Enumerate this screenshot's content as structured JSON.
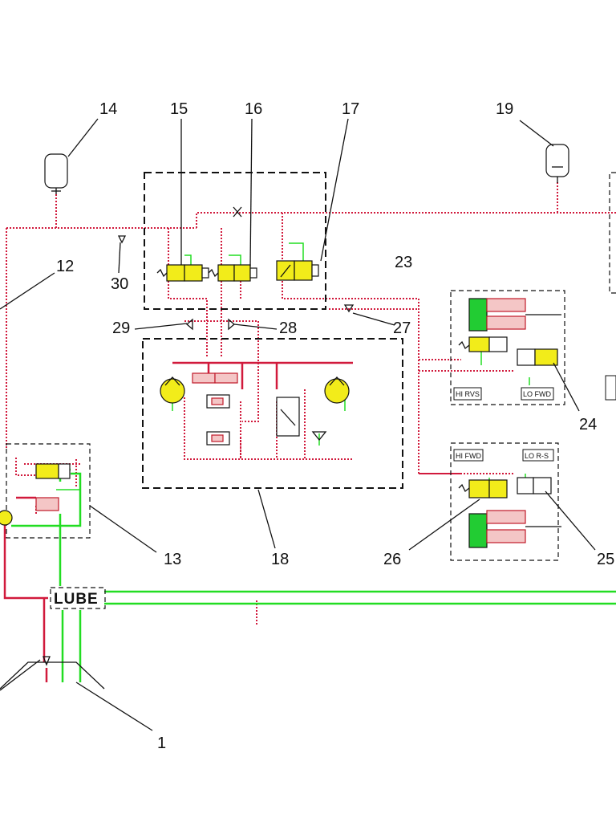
{
  "callouts": [
    {
      "id": "c1",
      "text": "1"
    },
    {
      "id": "c12",
      "text": "12"
    },
    {
      "id": "c13",
      "text": "13"
    },
    {
      "id": "c14",
      "text": "14"
    },
    {
      "id": "c15",
      "text": "15"
    },
    {
      "id": "c16",
      "text": "16"
    },
    {
      "id": "c17",
      "text": "17"
    },
    {
      "id": "c18",
      "text": "18"
    },
    {
      "id": "c19",
      "text": "19"
    },
    {
      "id": "c23",
      "text": "23"
    },
    {
      "id": "c24",
      "text": "24"
    },
    {
      "id": "c25",
      "text": "25"
    },
    {
      "id": "c26",
      "text": "26"
    },
    {
      "id": "c27",
      "text": "27"
    },
    {
      "id": "c28",
      "text": "28"
    },
    {
      "id": "c29",
      "text": "29"
    },
    {
      "id": "c30",
      "text": "30"
    }
  ],
  "tags": {
    "hi_rvs": "HI RVS",
    "lo_fwd": "LO FWD",
    "hi_fwd": "HI FWD",
    "lo_rvs": "LO R-S"
  },
  "lube_label": "LUBE",
  "colors": {
    "pilot_line": "#d11a3c",
    "pressure_line": "#d11a3c",
    "drain_line": "#22dd22",
    "valve": "#f2ec1a",
    "piston": "#22cc33",
    "cylinder_hatch": "#f4c6c6"
  }
}
